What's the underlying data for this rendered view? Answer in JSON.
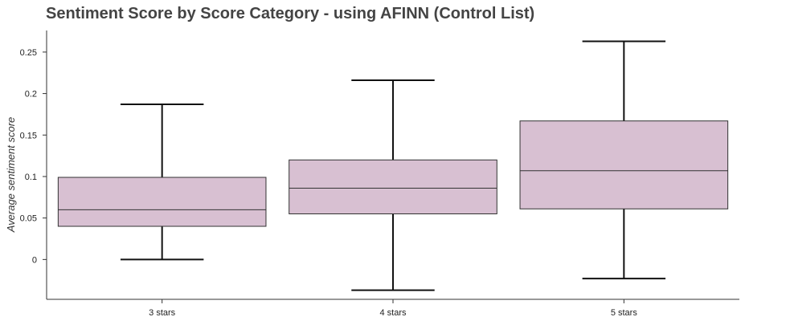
{
  "chart_data": {
    "type": "box",
    "title": "Sentiment Score by Score Category - using AFINN (Control List)",
    "xlabel": "",
    "ylabel": "Average sentiment score",
    "categories": [
      "3 stars",
      "4 stars",
      "5 stars"
    ],
    "boxes": [
      {
        "category": "3 stars",
        "whisker_low": 0.0,
        "q1": 0.04,
        "median": 0.06,
        "q3": 0.099,
        "whisker_high": 0.187
      },
      {
        "category": "4 stars",
        "whisker_low": -0.037,
        "q1": 0.055,
        "median": 0.086,
        "q3": 0.12,
        "whisker_high": 0.216
      },
      {
        "category": "5 stars",
        "whisker_low": -0.023,
        "q1": 0.061,
        "median": 0.107,
        "q3": 0.167,
        "whisker_high": 0.263
      }
    ],
    "yticks": [
      0,
      0.05,
      0.1,
      0.15,
      0.2,
      0.25
    ],
    "ytick_labels": [
      "0",
      "0.05",
      "0.1",
      "0.15",
      "0.2",
      "0.25"
    ],
    "ylim": [
      -0.048,
      0.276
    ],
    "grid": false,
    "colors": {
      "box_fill": "#d8c0d2",
      "box_edge": "#333333",
      "whisker": "#111111",
      "axis": "#333333"
    }
  }
}
